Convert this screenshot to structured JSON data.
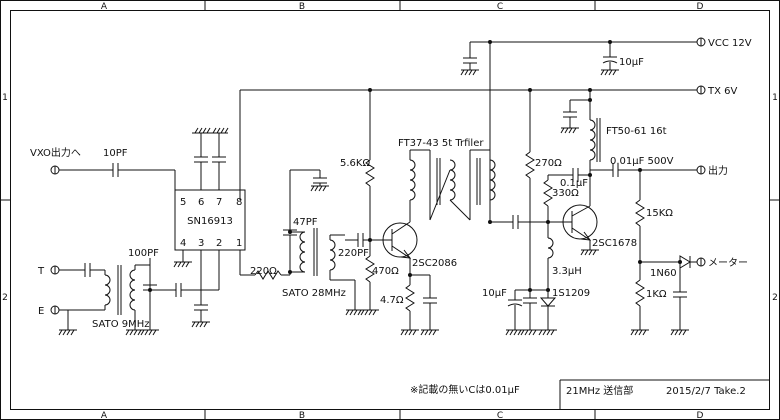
{
  "frame": {
    "columns": [
      "A",
      "B",
      "C",
      "D"
    ],
    "rows": [
      "1",
      "2"
    ]
  },
  "ports": {
    "vxo": "VXO出力へ",
    "t": "T",
    "e": "E",
    "vcc": "VCC 12V",
    "tx": "TX 6V",
    "out": "出力",
    "meter": "メーター"
  },
  "ic": {
    "name": "SN16913",
    "pins_top": [
      "5",
      "6",
      "7",
      "8"
    ],
    "pins_bottom": [
      "4",
      "3",
      "2",
      "1"
    ]
  },
  "parts": {
    "c_10pf": "10PF",
    "c_100pf": "100PF",
    "sato9": "SATO 9MHz",
    "c_47pf": "47PF",
    "c_220pf": "220PF",
    "sato28": "SATO 28MHz",
    "r_220": "220Ω",
    "r_5k6": "5.6KΩ",
    "r_470": "470Ω",
    "r_4k7": "4.7Ω",
    "q1": "2SC2086",
    "ft37": "FT37-43 5t Trfiler",
    "r_270": "270Ω",
    "r_330": "330Ω",
    "c_01uf": "0.1μF",
    "l_33uh": "3.3μH",
    "c_10uf_bot": "10μF",
    "d_1s1209": "1S1209",
    "ft50": "FT50-61 16t",
    "q2": "2SC1678",
    "c_10uf_top": "10μF",
    "c_out": "0.01μF 500V",
    "r_15k": "15KΩ",
    "d_1n60": "1N60",
    "r_1k": "1KΩ"
  },
  "note": "※記載の無いCは0.01μF",
  "title_block": {
    "title": "21MHz 送信部",
    "date": "2015/2/7 Take.2"
  }
}
